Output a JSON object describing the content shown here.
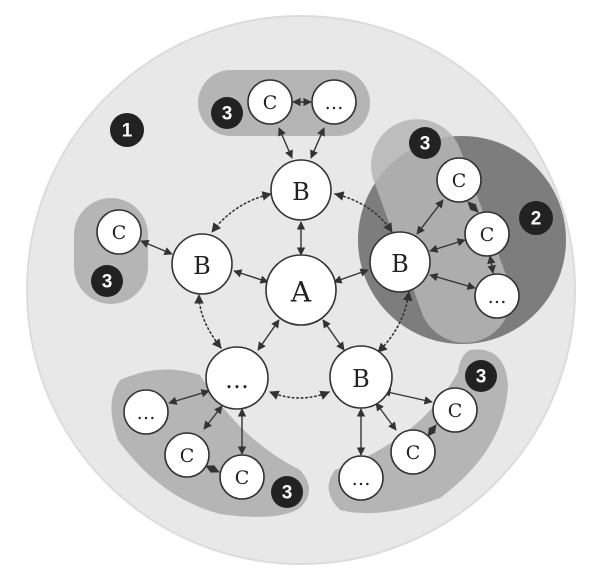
{
  "colors": {
    "outer_zone": "#e8e8e8",
    "zone3": "#b5b5b5",
    "zone2": "#7d7d7d",
    "node_fill": "#ffffff",
    "stroke": "#333333",
    "badge": "#222222"
  },
  "zone_labels": {
    "one": "1",
    "two": "2",
    "three": "3"
  },
  "nodes": {
    "a": "A",
    "b_top": "B",
    "b_left": "B",
    "b_right": "B",
    "b_bottom_right": "B",
    "b_bottom_left": "…",
    "c_top_1": "C",
    "c_top_2": "…",
    "c_left": "C",
    "c_right_1": "C",
    "c_right_2": "C",
    "c_right_3": "…",
    "c_br_1": "C",
    "c_br_2": "C",
    "c_br_3": "…",
    "c_bl_1": "…",
    "c_bl_2": "C",
    "c_bl_3": "C"
  }
}
